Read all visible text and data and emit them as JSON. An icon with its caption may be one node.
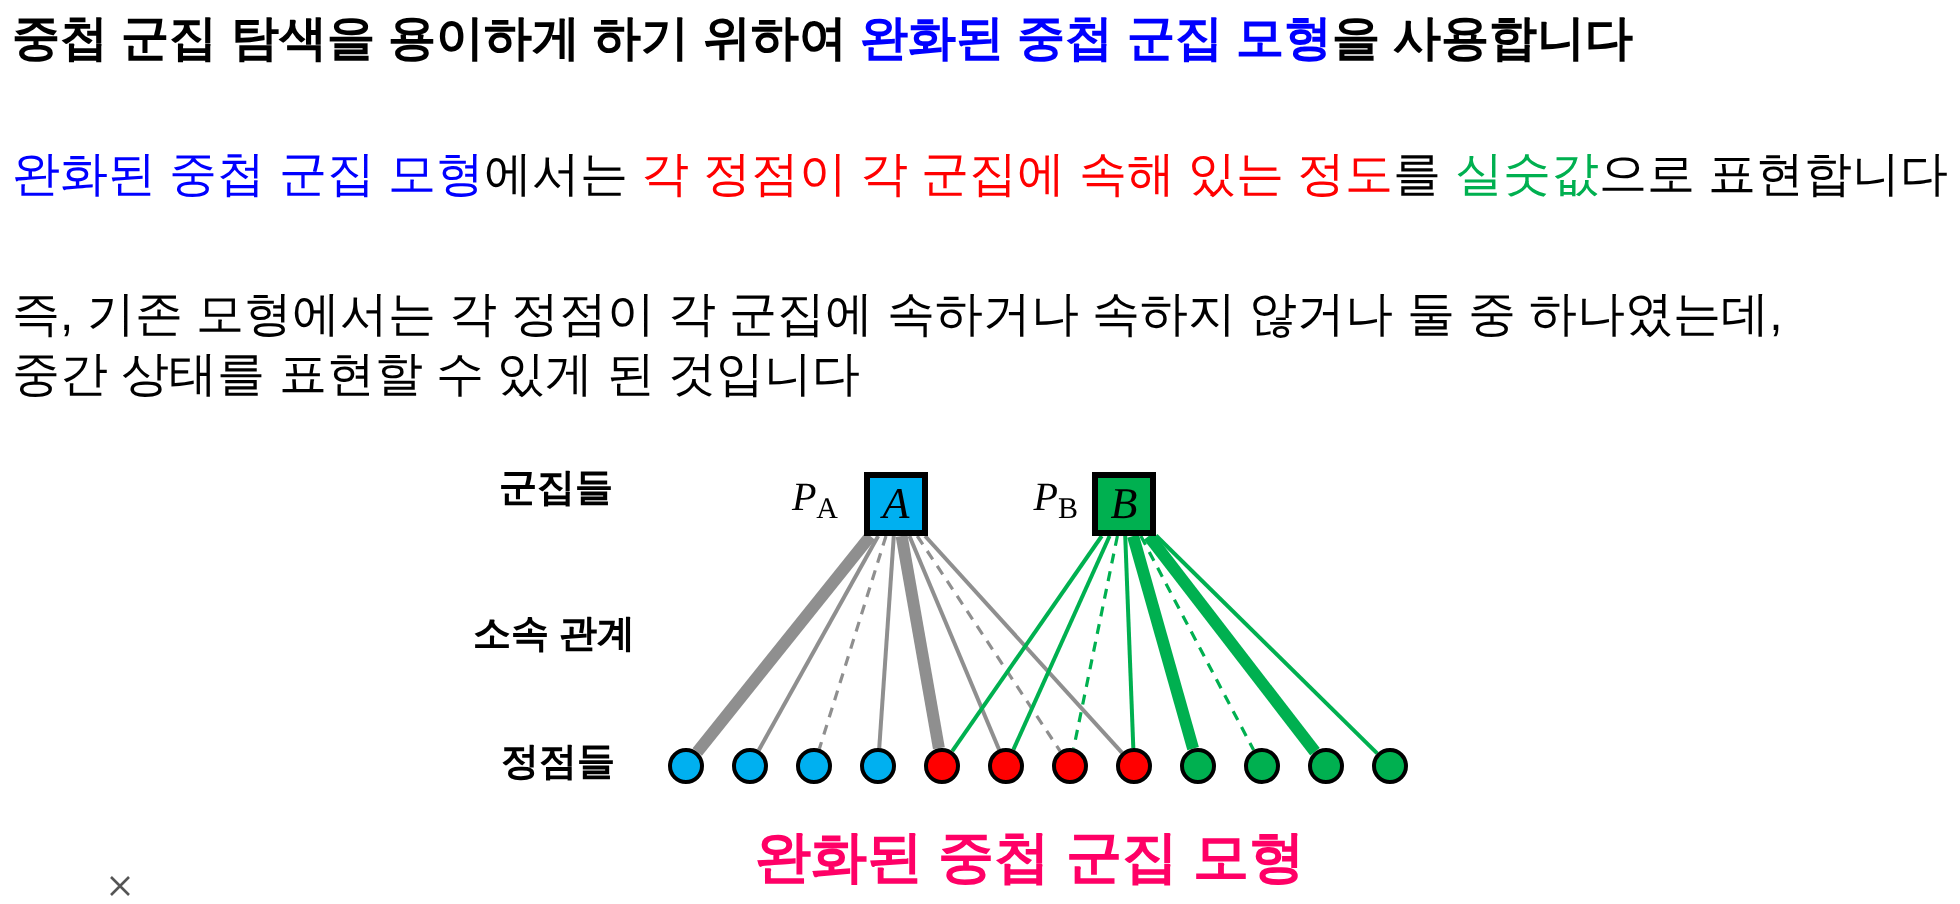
{
  "diagram": {
    "title": "중첩 군집 탐색을 용이하게 하기 위하여 완화된 중첩 군집 모형을 사용합니다",
    "caption": "완화된 중첩 군집 모형",
    "nodes": [
      {
        "text": [
          "A"
        ],
        "beside": [
          "*P*$_{A}$"
        ]
      },
      {
        "text": [
          "B"
        ],
        "beside": [
          "*P*$_{B}$"
        ]
      },
      {
        "text": [],
        "shape": "circle"
      },
      {
        "text": [],
        "shape": "circle"
      },
      {
        "text": [],
        "shape": "circle"
      },
      {
        "text": [],
        "shape": "circle"
      },
      {
        "text": [],
        "shape": "circle"
      },
      {
        "text": [],
        "shape": "circle"
      },
      {
        "text": [],
        "shape": "circle"
      },
      {
        "text": [],
        "shape": "circle"
      },
      {
        "text": [],
        "shape": "circle"
      },
      {
        "text": [],
        "shape": "circle"
      },
      {
        "text": [],
        "shape": "circle"
      },
      {
        "text": [],
        "shape": "circle"
      }
    ],
    "edges": [
      {
        "from": 0,
        "to": 2,
        "arrow": "none",
        "style": "thick"
      },
      {
        "from": 0,
        "to": 3,
        "arrow": "none"
      },
      {
        "from": 0,
        "to": 4,
        "arrow": "none",
        "style": "dashed"
      },
      {
        "from": 0,
        "to": 5,
        "arrow": "none"
      },
      {
        "from": 0,
        "to": 6,
        "arrow": "none",
        "style": "thick"
      },
      {
        "from": 0,
        "to": 7,
        "arrow": "none"
      },
      {
        "from": 0,
        "to": 8,
        "arrow": "none",
        "style": "dashed"
      },
      {
        "from": 0,
        "to": 9,
        "arrow": "none"
      },
      {
        "from": 1,
        "to": 6,
        "arrow": "none",
        "color": "#00b050"
      },
      {
        "from": 1,
        "to": 7,
        "arrow": "none",
        "color": "#00b050"
      },
      {
        "from": 1,
        "to": 8,
        "arrow": "none",
        "style": "dashed",
        "color": "#00b050"
      },
      {
        "from": 1,
        "to": 9,
        "arrow": "none",
        "color": "#00b050"
      },
      {
        "from": 1,
        "to": 10,
        "arrow": "none",
        "style": "thick",
        "color": "#00b050"
      },
      {
        "from": 1,
        "to": 11,
        "arrow": "none",
        "style": "dashed",
        "color": "#00b050"
      },
      {
        "from": 1,
        "to": 12,
        "arrow": "none",
        "style": "thick",
        "color": "#00b050"
      },
      {
        "from": 1,
        "to": 13,
        "arrow": "none",
        "color": "#00b050"
      }
    ],
    "labels": [
      "완화된 중첩 군집 모형에서는 각 정점이 각 군집에 속해 있는 정도를 실숫값으로 표현합니다",
      "즉, 기존 모형에서는 각 정점이 각 군집에 속하거나 속하지 않거나 둘 중 하나였는데, 중간 상태를 표현할 수 있게 된 것입니다",
      "군집들",
      "소속 관계",
      "정점들"
    ]
  }
}
